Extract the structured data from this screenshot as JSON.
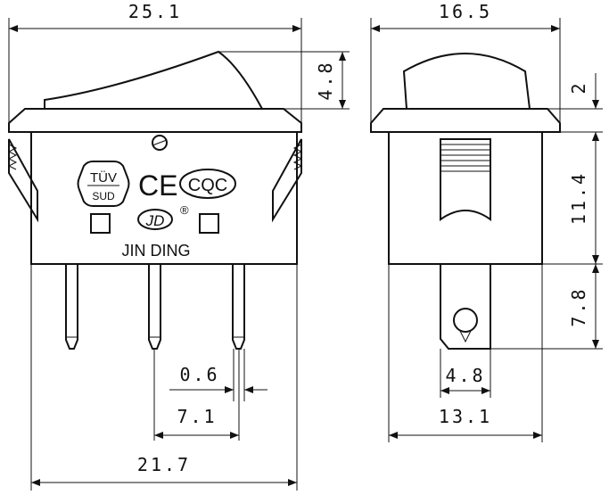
{
  "dimensions": {
    "width_top": "25.1",
    "rocker_height": "4.8",
    "side_width": "16.5",
    "flange_height": "2",
    "body_height": "11.4",
    "terminal_height": "7.8",
    "pin_width": "0.6",
    "pin_spacing": "7.1",
    "body_width": "21.7",
    "terminal_width": "4.8",
    "side_body_width": "13.1"
  },
  "markings": {
    "tuv_top": "TÜV",
    "tuv_bottom": "SUD",
    "ce": "CE",
    "cqc": "CQC",
    "jd_logo": "JD",
    "registered": "®",
    "brand": "JIN DING"
  }
}
